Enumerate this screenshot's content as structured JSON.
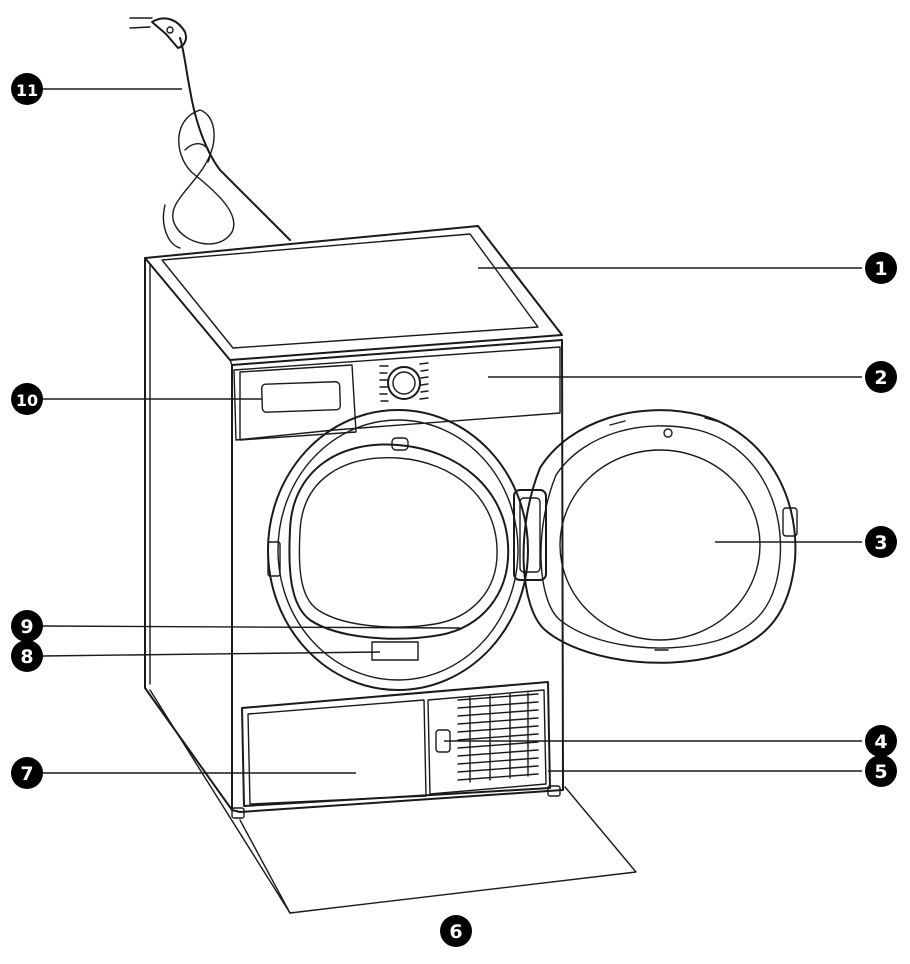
{
  "callouts": [
    {
      "id": "1",
      "label": "1"
    },
    {
      "id": "2",
      "label": "2"
    },
    {
      "id": "3",
      "label": "3"
    },
    {
      "id": "4",
      "label": "4"
    },
    {
      "id": "5",
      "label": "5"
    },
    {
      "id": "6",
      "label": "6"
    },
    {
      "id": "7",
      "label": "7"
    },
    {
      "id": "8",
      "label": "8"
    },
    {
      "id": "9",
      "label": "9"
    },
    {
      "id": "10",
      "label": "10"
    },
    {
      "id": "11",
      "label": "11"
    }
  ],
  "colors": {
    "line": "#1a1a1a",
    "background": "#ffffff",
    "badge_fill": "#000000",
    "badge_text": "#ffffff"
  }
}
